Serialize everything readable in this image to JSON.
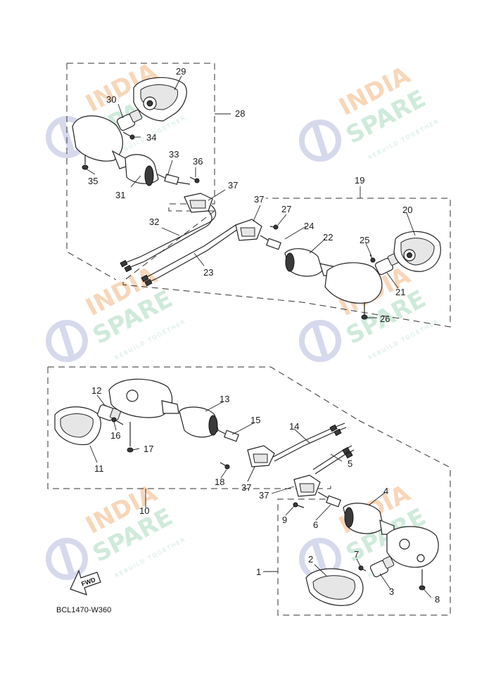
{
  "diagram": {
    "drawing_code": "BCL1470-W360",
    "direction_label": "FWD",
    "part_callouts": [
      "1",
      "2",
      "3",
      "4",
      "5",
      "6",
      "7",
      "8",
      "9",
      "10",
      "11",
      "12",
      "13",
      "14",
      "15",
      "16",
      "17",
      "18",
      "19",
      "20",
      "21",
      "22",
      "23",
      "24",
      "25",
      "26",
      "27",
      "28",
      "29",
      "30",
      "31",
      "32",
      "33",
      "34",
      "35",
      "36",
      "37"
    ]
  },
  "watermark": {
    "line1": "INDIA",
    "line2": "SPARE",
    "tagline": "REBUILD TOGETHER",
    "colors": {
      "orange": "#f6c9a0",
      "green": "#bfe3cf",
      "blue": "#c9cde6"
    }
  }
}
